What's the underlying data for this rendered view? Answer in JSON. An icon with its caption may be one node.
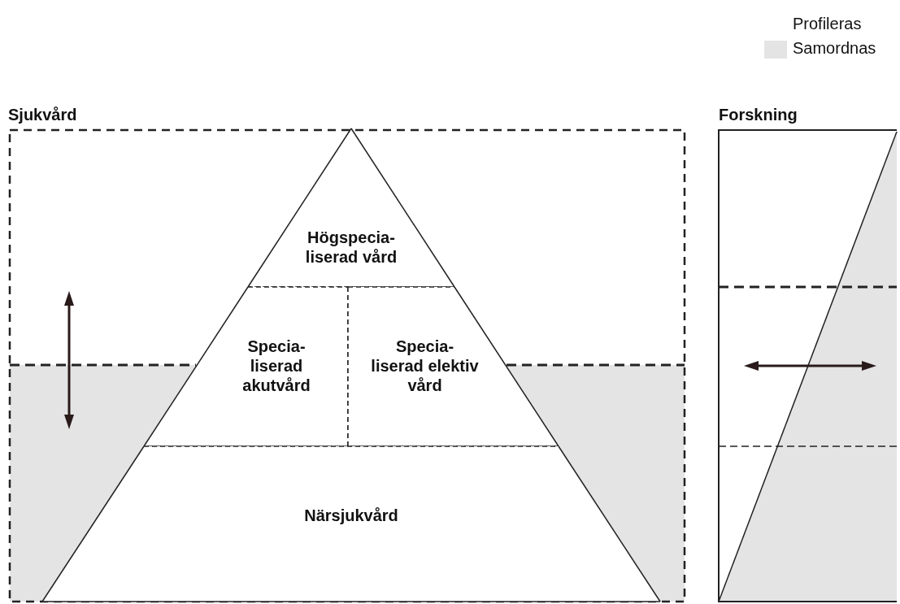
{
  "diagram": {
    "nodes": [
      {
        "text": [
          "Sjukvård"
        ]
      },
      {
        "text": [
          "Högspecia- liserad vård"
        ],
        "in": 0
      },
      {
        "text": [
          "Specia- liserad akutvård"
        ],
        "in": 0
      },
      {
        "text": [
          "Specia- liserad elektiv vård"
        ],
        "in": 0
      },
      {
        "text": [
          "Närsjukvård"
        ],
        "in": 0
      },
      {
        "text": [
          "Forskning"
        ]
      }
    ],
    "legend": [
      {
        "text": "Profileras",
        "color": "#ffffff"
      },
      {
        "text": "Samordnas",
        "color": "#e4e4e4"
      }
    ]
  }
}
